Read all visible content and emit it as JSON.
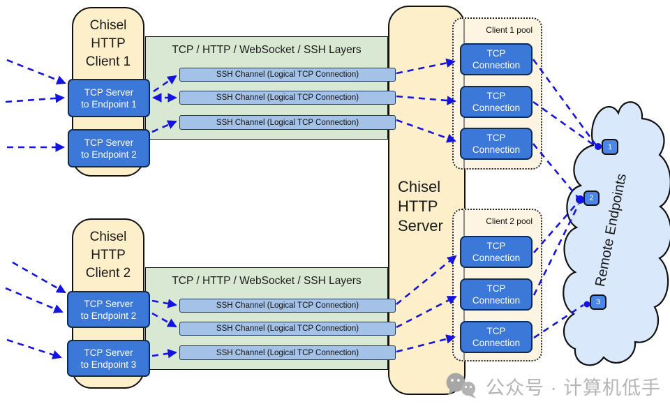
{
  "clients": [
    {
      "line1": "Chisel",
      "line2": "HTTP",
      "line3": "Client 1",
      "servers": [
        {
          "l1": "TCP Server",
          "l2": "to Endpoint 1"
        },
        {
          "l1": "TCP Server",
          "l2": "to Endpoint 2"
        }
      ]
    },
    {
      "line1": "Chisel",
      "line2": "HTTP",
      "line3": "Client 2",
      "servers": [
        {
          "l1": "TCP Server",
          "l2": "to Endpoint 2"
        },
        {
          "l1": "TCP Server",
          "l2": "to Endpoint 3"
        }
      ]
    }
  ],
  "layers_band_label": "TCP / HTTP / WebSocket / SSH Layers",
  "ssh_channel_label": "SSH Channel (Logical TCP Connection)",
  "server": {
    "line1": "Chisel",
    "line2": "HTTP",
    "line3": "Server"
  },
  "pools": [
    {
      "label": "Client 1 pool"
    },
    {
      "label": "Client 2 pool"
    }
  ],
  "tcp_connection": {
    "l1": "TCP",
    "l2": "Connection"
  },
  "cloud": {
    "label": "Remote Endpoints",
    "endpoints": [
      "1",
      "2",
      "3"
    ]
  },
  "watermark": {
    "text": "公众号 · 计算机低手"
  },
  "colors": {
    "arrow_blue": "#1414e0",
    "box_blue": "#3c78d8",
    "bar_blue": "#a4c2e8",
    "band_green": "#d9e8d3",
    "cream": "#fcefc9",
    "pool_cream": "#fdf5e1",
    "cloud_blue": "#dae8fc",
    "endpoint_blue": "#4a86e8",
    "watermark_gray": "#b5b5b5"
  }
}
